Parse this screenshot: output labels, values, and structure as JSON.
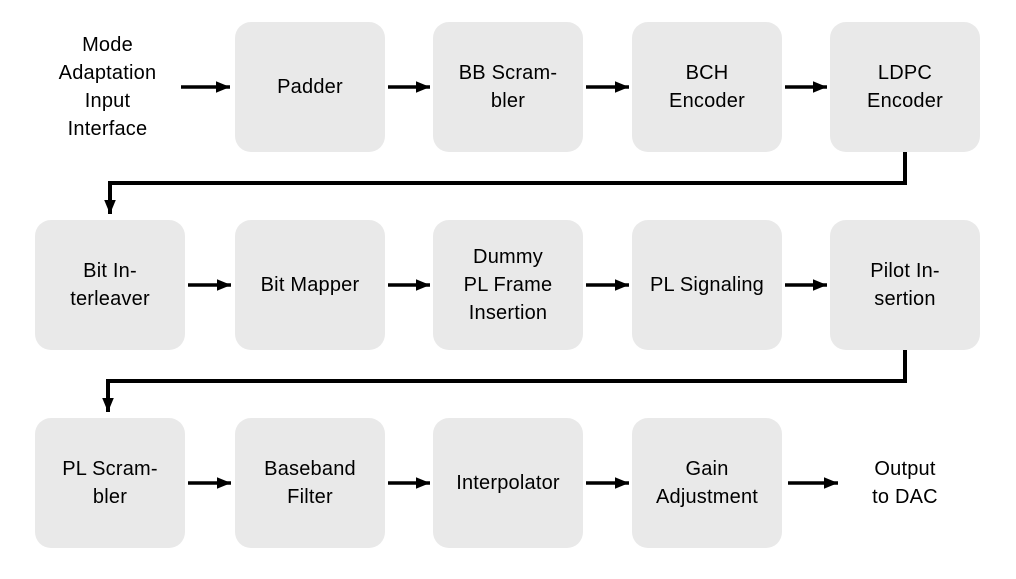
{
  "diagram": {
    "description": "Signal processing block diagram from mode adaptation input to DAC output",
    "colors": {
      "background": "#ffffff",
      "box_fill": "#e9e9e9",
      "line": "#000000",
      "text": "#000000"
    },
    "nodes": {
      "input_interface": {
        "label": "Mode\nAdaptation\nInput\nInterface",
        "type": "text"
      },
      "padder": {
        "label": "Padder",
        "type": "box"
      },
      "bb_scrambler": {
        "label": "BB Scram-\nbler",
        "type": "box"
      },
      "bch_encoder": {
        "label": "BCH\nEncoder",
        "type": "box"
      },
      "ldpc_encoder": {
        "label": "LDPC\nEncoder",
        "type": "box"
      },
      "bit_interleaver": {
        "label": "Bit In-\nterleaver",
        "type": "box"
      },
      "bit_mapper": {
        "label": "Bit Mapper",
        "type": "box"
      },
      "dummy_pl_frame_insertion": {
        "label": "Dummy\nPL Frame\nInsertion",
        "type": "box"
      },
      "pl_signaling": {
        "label": "PL Signaling",
        "type": "box"
      },
      "pilot_insertion": {
        "label": "Pilot In-\nsertion",
        "type": "box"
      },
      "pl_scrambler": {
        "label": "PL Scram-\nbler",
        "type": "box"
      },
      "baseband_filter": {
        "label": "Baseband\nFilter",
        "type": "box"
      },
      "interpolator": {
        "label": "Interpolator",
        "type": "box"
      },
      "gain_adjustment": {
        "label": "Gain\nAdjustment",
        "type": "box"
      },
      "output_to_dac": {
        "label": "Output\nto DAC",
        "type": "text"
      }
    },
    "connections": [
      {
        "from": "input_interface",
        "to": "padder",
        "style": "arrow"
      },
      {
        "from": "padder",
        "to": "bb_scrambler",
        "style": "arrow"
      },
      {
        "from": "bb_scrambler",
        "to": "bch_encoder",
        "style": "arrow"
      },
      {
        "from": "bch_encoder",
        "to": "ldpc_encoder",
        "style": "arrow"
      },
      {
        "from": "ldpc_encoder",
        "to": "bit_interleaver",
        "style": "elbow-down-left-down"
      },
      {
        "from": "bit_interleaver",
        "to": "bit_mapper",
        "style": "arrow"
      },
      {
        "from": "bit_mapper",
        "to": "dummy_pl_frame_insertion",
        "style": "arrow"
      },
      {
        "from": "dummy_pl_frame_insertion",
        "to": "pl_signaling",
        "style": "arrow"
      },
      {
        "from": "pl_signaling",
        "to": "pilot_insertion",
        "style": "arrow"
      },
      {
        "from": "pilot_insertion",
        "to": "pl_scrambler",
        "style": "elbow-down-left-down"
      },
      {
        "from": "pl_scrambler",
        "to": "baseband_filter",
        "style": "arrow"
      },
      {
        "from": "baseband_filter",
        "to": "interpolator",
        "style": "arrow"
      },
      {
        "from": "interpolator",
        "to": "gain_adjustment",
        "style": "arrow"
      },
      {
        "from": "gain_adjustment",
        "to": "output_to_dac",
        "style": "arrow"
      }
    ]
  }
}
